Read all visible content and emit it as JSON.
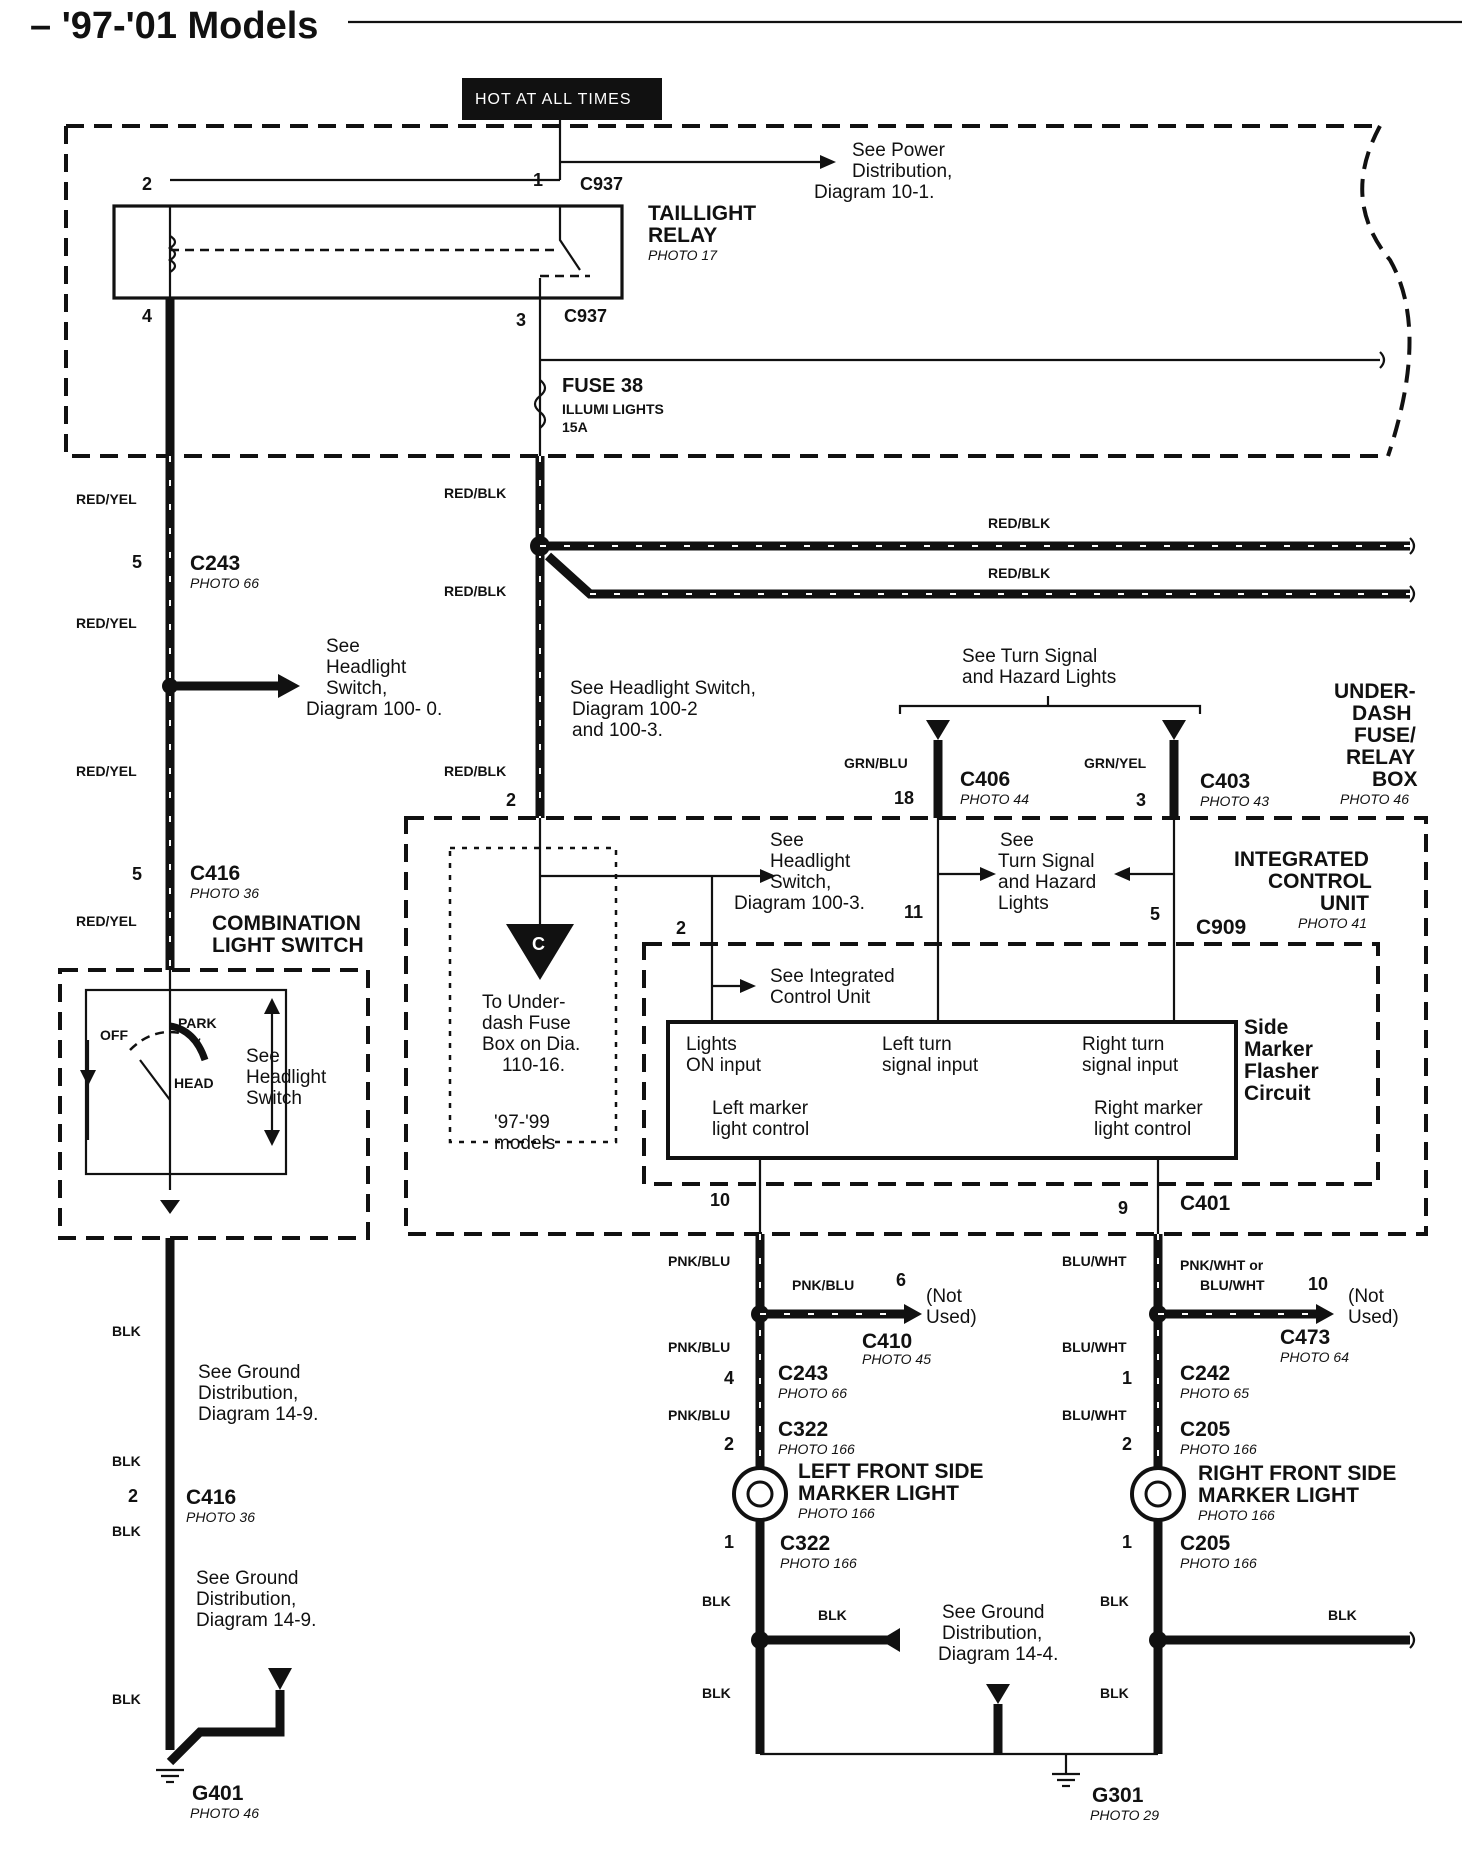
{
  "header": {
    "title": "– '97-'01 Models"
  },
  "power": {
    "hot_label": "HOT AT ALL TIMES",
    "see_power": [
      "See Power",
      "Distribution,",
      "Diagram 10-1."
    ]
  },
  "relay": {
    "name": [
      "TAILLIGHT",
      "RELAY"
    ],
    "photo": "PHOTO 17",
    "connector": "C937",
    "pin_top_left": "2",
    "pin_top_right": "1",
    "pin_bottom_left": "4",
    "pin_bottom_right": "3"
  },
  "fuse": {
    "name": "FUSE 38",
    "desc": "ILLUMI LIGHTS",
    "rating": "15A"
  },
  "wires": {
    "red_yel": "RED/YEL",
    "red_blk": "RED/BLK",
    "grn_blu": "GRN/BLU",
    "grn_yel": "GRN/YEL",
    "pnk_blu": "PNK/BLU",
    "blu_wht": "BLU/WHT",
    "blk": "BLK",
    "pnk_wht_or": "PNK/WHT or",
    "blu_wht2": "BLU/WHT"
  },
  "connectors": {
    "c243": "C243",
    "c243_photo": "PHOTO 66",
    "c243_pin": "5",
    "c416": "C416",
    "c416_photo": "PHOTO 36",
    "c416_pin": "5",
    "c406": "C406",
    "c406_photo": "PHOTO 44",
    "c406_pin": "18",
    "c403": "C403",
    "c403_photo": "PHOTO 43",
    "c403_pin": "3",
    "c909": "C909",
    "c909_pin_a": "2",
    "c909_pin_b": "11",
    "c909_pin_c": "5",
    "c401": "C401",
    "c401_pin_a": "10",
    "c401_pin_b": "9",
    "c410": "C410",
    "c410_photo": "PHOTO 45",
    "c410_pin": "6",
    "c473": "C473",
    "c473_photo": "PHOTO 64",
    "c473_pin": "10",
    "c243b": "C243",
    "c243b_photo": "PHOTO 66",
    "c243b_pin": "4",
    "c242": "C242",
    "c242_photo": "PHOTO 65",
    "c242_pin": "1",
    "c322": "C322",
    "c322_photo": "PHOTO 166",
    "c322_pin_top": "2",
    "c322_pin_bot": "1",
    "c205": "C205",
    "c205_photo": "PHOTO 166",
    "c205_pin_top": "2",
    "c205_pin_bot": "1",
    "c416b": "C416",
    "c416b_photo": "PHOTO 36",
    "c416b_pin": "2",
    "g401": "G401",
    "g401_photo": "PHOTO 46",
    "g301": "G301",
    "g301_photo": "PHOTO 29",
    "c_letter": "C"
  },
  "notes": {
    "headlight_sw_100_0": [
      "See",
      "Headlight",
      "Switch,",
      "Diagram 100- 0."
    ],
    "headlight_sw_100_2": [
      "See Headlight Switch,",
      "Diagram 100-2",
      "and 100-3."
    ],
    "turn_hazard": [
      "See Turn Signal",
      "and Hazard Lights"
    ],
    "underdash": [
      "UNDER-",
      "DASH",
      "FUSE/",
      "RELAY",
      "BOX"
    ],
    "underdash_photo": "PHOTO 46",
    "icu": [
      "INTEGRATED",
      "CONTROL",
      "UNIT"
    ],
    "icu_photo": "PHOTO 41",
    "headlight_sw_100_3": [
      "See",
      "Headlight",
      "Switch,",
      "Diagram 100-3."
    ],
    "turn_hazard2": [
      "See",
      "Turn Signal",
      "and Hazard",
      "Lights"
    ],
    "see_icu": [
      "See Integrated",
      "Control Unit"
    ],
    "to_underdash": [
      "To Under-",
      "dash Fuse",
      "Box on Dia.",
      "110-16."
    ],
    "models_97_99": [
      "'97-'99",
      "models"
    ],
    "combo_switch": [
      "COMBINATION",
      "LIGHT SWITCH"
    ],
    "switch_off": "OFF",
    "switch_park": "PARK",
    "switch_head": "HEAD",
    "see_headlight_switch": [
      "See",
      "Headlight",
      "Switch"
    ],
    "side_marker": [
      "Side",
      "Marker",
      "Flasher",
      "Circuit"
    ],
    "lights_on": [
      "Lights",
      "ON input"
    ],
    "left_turn_in": [
      "Left turn",
      "signal input"
    ],
    "right_turn_in": [
      "Right turn",
      "signal input"
    ],
    "left_marker_ctl": [
      "Left  marker",
      "light control"
    ],
    "right_marker_ctl": [
      "Right marker",
      "light control"
    ],
    "not_used": [
      "(Not",
      "Used)"
    ],
    "ground_14_9": [
      "See Ground",
      "Distribution,",
      "Diagram 14-9."
    ],
    "ground_14_4": [
      "See Ground",
      "Distribution,",
      "Diagram 14-4."
    ],
    "left_light": [
      "LEFT FRONT SIDE",
      "MARKER LIGHT"
    ],
    "left_light_photo": "PHOTO 166",
    "right_light": [
      "RIGHT FRONT SIDE",
      "MARKER LIGHT"
    ],
    "right_light_photo": "PHOTO 166"
  }
}
